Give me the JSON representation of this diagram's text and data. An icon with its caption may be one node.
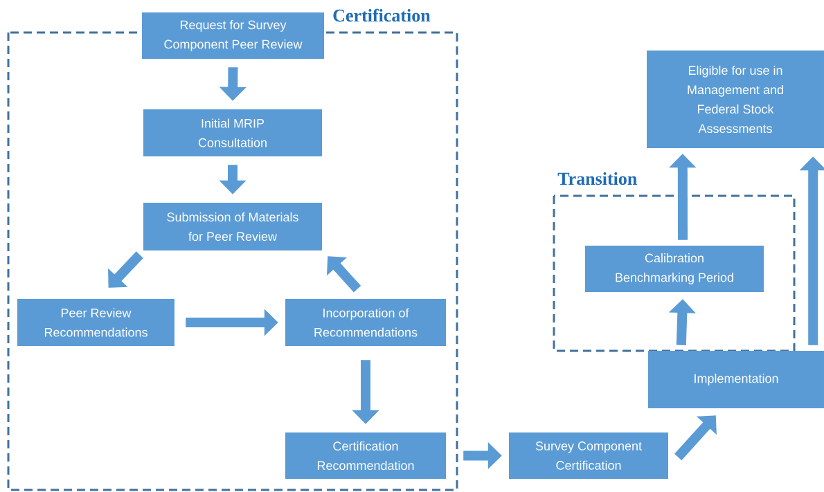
{
  "diagram": {
    "nodes": [
      {
        "text": [
          "Certification"
        ]
      },
      {
        "text": [
          "Request for Survey Component Peer Review"
        ]
      },
      {
        "text": [
          "Initial MRIP Consultation"
        ],
        "in": 0
      },
      {
        "text": [
          "Submission of Materials for Peer Review"
        ],
        "in": 0
      },
      {
        "text": [
          "Peer Review Recommendations"
        ],
        "in": 0
      },
      {
        "text": [
          "Incorporation of Recommendations"
        ],
        "in": 0
      },
      {
        "text": [
          "Certification Recommendation"
        ],
        "in": 0
      },
      {
        "text": [
          "Eligible for use in Management and Federal Stock Assessments"
        ]
      },
      {
        "text": [
          "Transition"
        ]
      },
      {
        "text": [
          "Calibration Benchmarking Period"
        ],
        "in": 8
      },
      {
        "text": [
          "Survey Component Certification"
        ]
      },
      {
        "text": [
          "Implementation"
        ]
      }
    ],
    "edges": [
      {
        "from": 1,
        "to": 2,
        "arrow": "to"
      },
      {
        "from": 2,
        "to": 3,
        "arrow": "to"
      },
      {
        "from": 3,
        "to": 4,
        "arrow": "to"
      },
      {
        "from": 4,
        "to": 5,
        "arrow": "to"
      },
      {
        "from": 5,
        "to": 3,
        "arrow": "to"
      },
      {
        "from": 5,
        "to": 6,
        "arrow": "to"
      },
      {
        "from": 6,
        "to": 10,
        "arrow": "to"
      },
      {
        "from": 10,
        "to": 11,
        "arrow": "to"
      },
      {
        "from": 11,
        "to": 9,
        "arrow": "to"
      },
      {
        "from": 9,
        "to": 7,
        "arrow": "to"
      },
      {
        "from": 11,
        "to": 7,
        "arrow": "to"
      }
    ]
  }
}
